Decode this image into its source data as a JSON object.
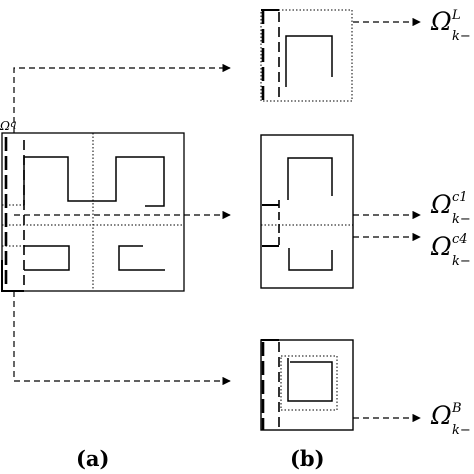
{
  "panels": {
    "a": {
      "label": "(a)"
    },
    "b": {
      "label": "(b)"
    }
  },
  "cut_label": "Ω",
  "cut_label_sup": "q",
  "targets": [
    {
      "symbol": "Ω",
      "sup": "L",
      "sub": "k−"
    },
    {
      "symbol": "Ω",
      "sup": "c1",
      "sub": "k−"
    },
    {
      "symbol": "Ω",
      "sup": "c4",
      "sub": "k−"
    },
    {
      "symbol": "Ω",
      "sup": "B",
      "sub": "k−"
    }
  ]
}
